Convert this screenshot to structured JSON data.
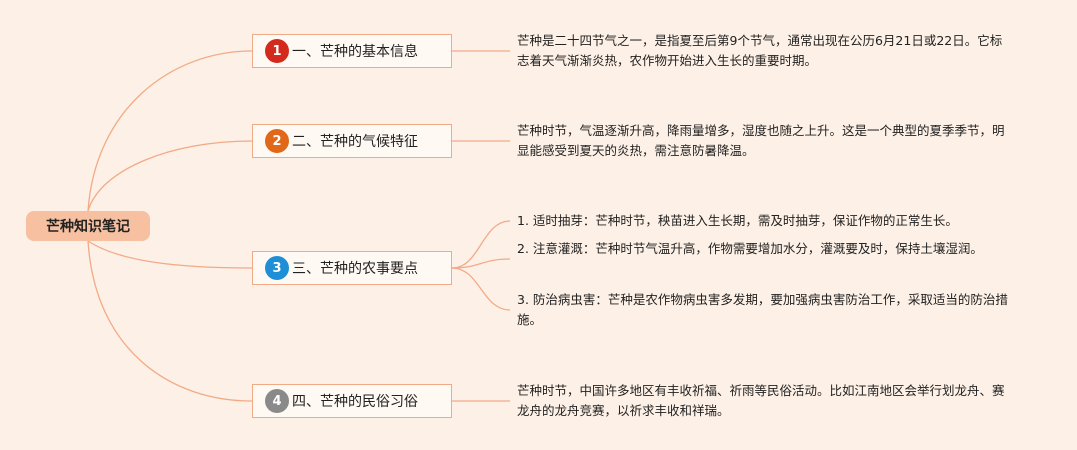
{
  "root": {
    "label": "芒种知识笔记"
  },
  "branches": [
    {
      "number": "1",
      "label": "一、芒种的基本信息",
      "color": "#d42a1e",
      "details": [
        "芒种是二十四节气之一，是指夏至后第9个节气，通常出现在公历6月21日或22日。它标志着天气渐渐炎热，农作物开始进入生长的重要时期。"
      ]
    },
    {
      "number": "2",
      "label": "二、芒种的气候特征",
      "color": "#e06818",
      "details": [
        "芒种时节，气温逐渐升高，降雨量增多，湿度也随之上升。这是一个典型的夏季季节，明显能感受到夏天的炎热，需注意防暑降温。"
      ]
    },
    {
      "number": "3",
      "label": "三、芒种的农事要点",
      "color": "#1e8fd6",
      "details": [
        "1. 适时抽芽：芒种时节，秧苗进入生长期，需及时抽芽，保证作物的正常生长。",
        "2. 注意灌溉：芒种时节气温升高，作物需要增加水分，灌溉要及时，保持土壤湿润。",
        "3. 防治病虫害：芒种是农作物病虫害多发期，要加强病虫害防治工作，采取适当的防治措施。"
      ]
    },
    {
      "number": "4",
      "label": "四、芒种的民俗习俗",
      "color": "#8a8a8a",
      "details": [
        "芒种时节，中国许多地区有丰收祈福、祈雨等民俗活动。比如江南地区会举行划龙舟、赛龙舟的龙舟竞赛，以祈求丰收和祥瑞。"
      ]
    }
  ]
}
